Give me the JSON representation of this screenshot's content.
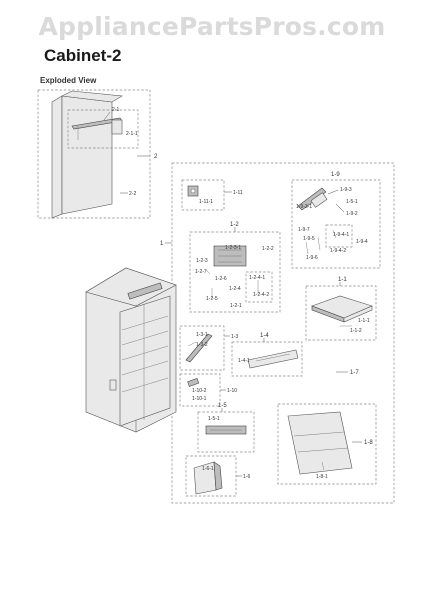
{
  "watermark": "AppliancePartsPros.com",
  "title": "Cabinet-2",
  "section": "Exploded View",
  "labels": {
    "l2": "2",
    "l2_1": "2-1",
    "l2_1_1": "2-1-1",
    "l2_2": "2-2",
    "l1": "1",
    "l1_11": "1-11",
    "l1_11_1": "1-11-1",
    "l1_9": "1-9",
    "l1_9_3": "1-9-3",
    "l1_9_3_1": "1-9-3-1",
    "l1_5_1a": "1-5-1",
    "l1_9_2": "1-9-2",
    "l1_9_7": "1-9-7",
    "l1_9_5": "1-9-5",
    "l1_9_4_1": "1-9-4-1",
    "l1_9_4": "1-9-4",
    "l1_9_6": "1-9-6",
    "l1_9_4_2": "1-9-4-2",
    "l1_2": "1-2",
    "l1_2_3": "1-2-3",
    "l1_2_3_1": "1-2-3-1",
    "l1_2_2": "1-2-2",
    "l1_2_7": "1-2-7",
    "l1_2_6": "1-2-6",
    "l1_2_4_1": "1-2-4-1",
    "l1_2_4": "1-2-4",
    "l1_2_5": "1-2-5",
    "l1_2_4_2": "1-2-4-2",
    "l1_2_1": "1-2-1",
    "l1_1": "1-1",
    "l1_1_1": "1-1-1",
    "l1_1_2": "1-1-2",
    "l1_3": "1-3",
    "l1_3_1": "1-3-1",
    "l1_3_2": "1-3-2",
    "l1_4": "1-4",
    "l1_4_1": "1-4-1",
    "l1_7": "1-7",
    "l1_10": "1-10",
    "l1_10_2": "1-10-2",
    "l1_10_1": "1-10-1",
    "l1_5": "1-5",
    "l1_5_1": "1-5-1",
    "l1_8": "1-8",
    "l1_8_1": "1-8-1",
    "l1_6": "1-6",
    "l1_6_1": "1-6-1"
  }
}
